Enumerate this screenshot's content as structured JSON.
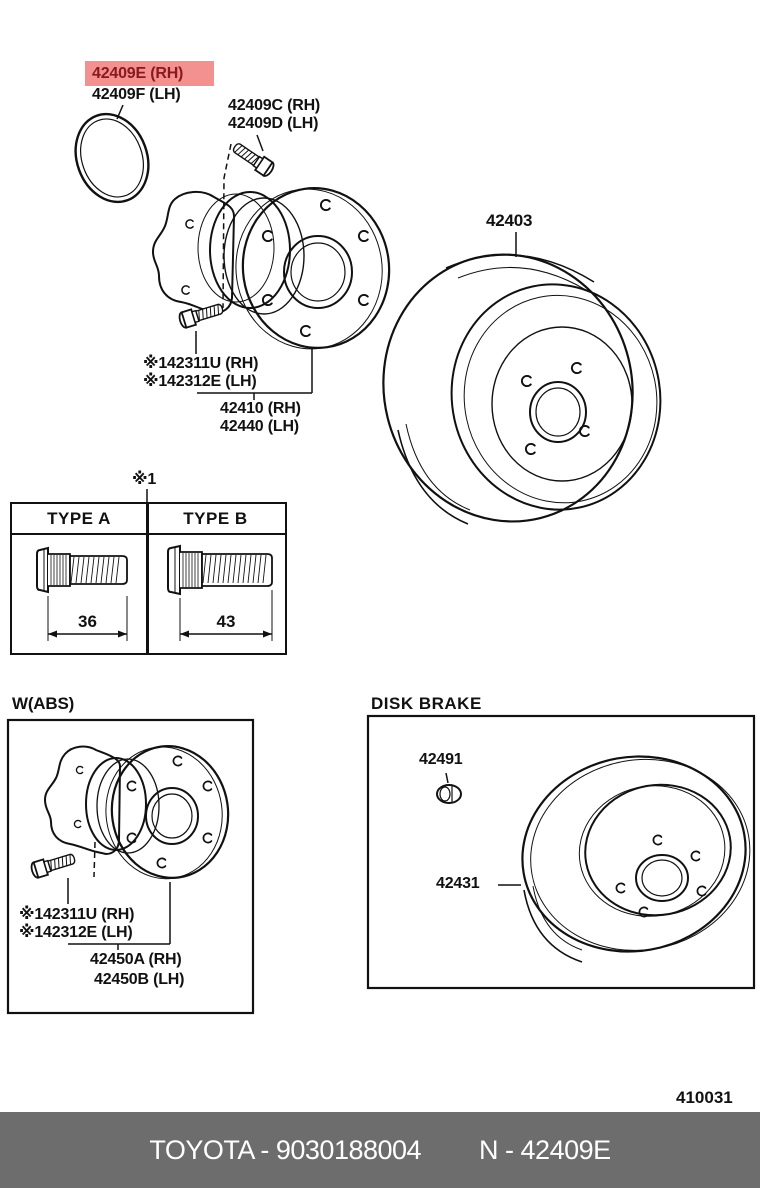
{
  "colors": {
    "highlight_bg": "#f2918f",
    "highlight_text": "#8b181b",
    "footer_bar_bg": "#6d6d6d",
    "line_art": "#111111"
  },
  "callouts": {
    "seal": {
      "rh": "42409E (RH)",
      "lh": "42409F (LH)"
    },
    "hub_bolt_upper": {
      "rh": "42409C (RH)",
      "lh": "42409D (LH)"
    },
    "brake_drum": "42403",
    "wheel_stud_upper": {
      "rh": "※142311U (RH)",
      "lh": "※142312E (LH)"
    },
    "axle_hub_upper": {
      "rh": "42410 (RH)",
      "lh": "42440 (LH)"
    },
    "stud_note_ref": "※1"
  },
  "stud_table": {
    "columns": [
      {
        "header": "TYPE A",
        "length_mm": "36"
      },
      {
        "header": "TYPE B",
        "length_mm": "43"
      }
    ]
  },
  "abs_section": {
    "title": "W(ABS)",
    "wheel_stud": {
      "rh": "※142311U (RH)",
      "lh": "※142312E (LH)"
    },
    "axle_hub": {
      "rh": "42450A (RH)",
      "lh": "42450B (LH)"
    }
  },
  "disk_section": {
    "title": "DISK BRAKE",
    "lock_nut": "42491",
    "disc": "42431"
  },
  "footer": {
    "figure_code": "410031",
    "catalog_text": "TOYOTA - 9030188004",
    "part_ref": "N - 42409E"
  }
}
